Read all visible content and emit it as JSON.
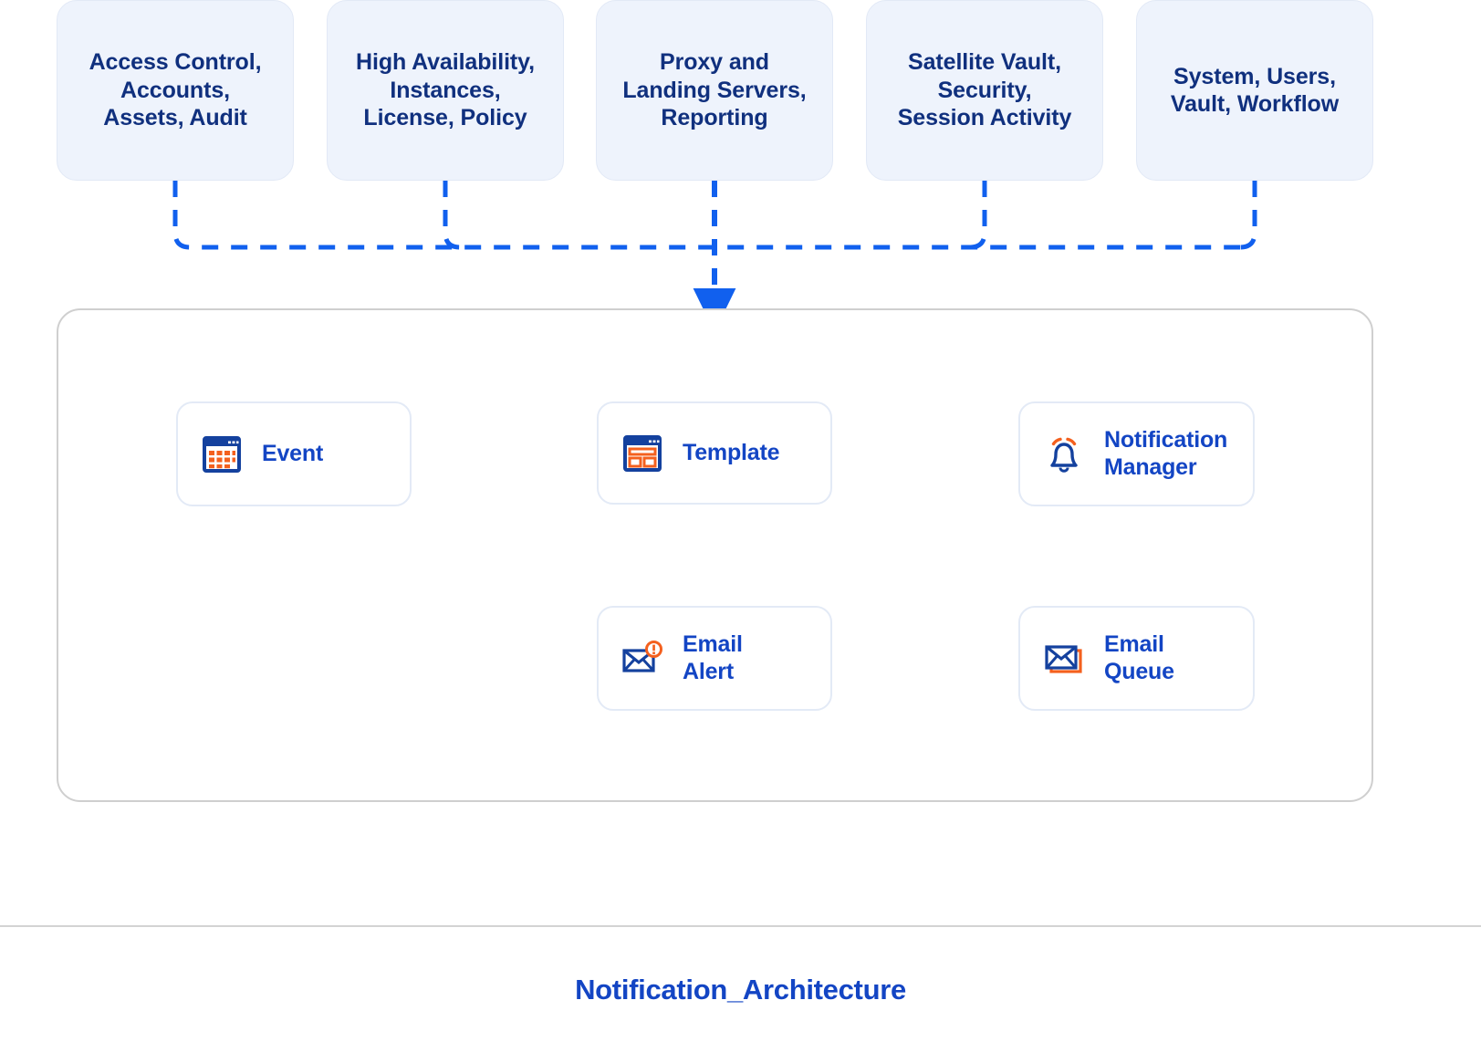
{
  "diagram": {
    "title": "Notification_Architecture",
    "colors": {
      "source_box_fill": "#eef3fc",
      "source_box_text": "#10307e",
      "card_label_text": "#1345c4",
      "connector_blue": "#1160ee",
      "icon_blue": "#14419e",
      "icon_orange": "#f4601e",
      "container_border": "#cfcfcf",
      "card_border": "#e3eaf6"
    },
    "sources": [
      {
        "id": "access-control",
        "label": "Access Control,\nAccounts,\nAssets, Audit"
      },
      {
        "id": "high-availability",
        "label": "High Availability,\nInstances,\nLicense, Policy"
      },
      {
        "id": "proxy-landing",
        "label": "Proxy and\nLanding Servers,\nReporting"
      },
      {
        "id": "satellite-vault",
        "label": "Satellite Vault,\nSecurity,\nSession Activity"
      },
      {
        "id": "system-users",
        "label": "System, Users,\nVault, Workflow"
      }
    ],
    "flow_nodes": [
      {
        "id": "event",
        "label": "Event",
        "icon": "calendar-grid-icon"
      },
      {
        "id": "template",
        "label": "Template",
        "icon": "browser-template-icon"
      },
      {
        "id": "notification-manager",
        "label": "Notification\nManager",
        "icon": "bell-ringing-icon"
      },
      {
        "id": "email-alert",
        "label": "Email\nAlert",
        "icon": "envelope-alert-icon"
      },
      {
        "id": "email-queue",
        "label": "Email\nQueue",
        "icon": "envelope-stack-icon"
      }
    ],
    "connections": [
      {
        "from": "sources-bus",
        "to": "notification-container",
        "style": "dashed",
        "direction": "down"
      },
      {
        "from": "event",
        "to": "template",
        "style": "dashed",
        "direction": "right"
      },
      {
        "from": "template",
        "to": "notification-manager",
        "style": "dashed",
        "direction": "right"
      },
      {
        "from": "email-queue",
        "to": "email-alert",
        "style": "dashed",
        "direction": "left"
      }
    ]
  }
}
